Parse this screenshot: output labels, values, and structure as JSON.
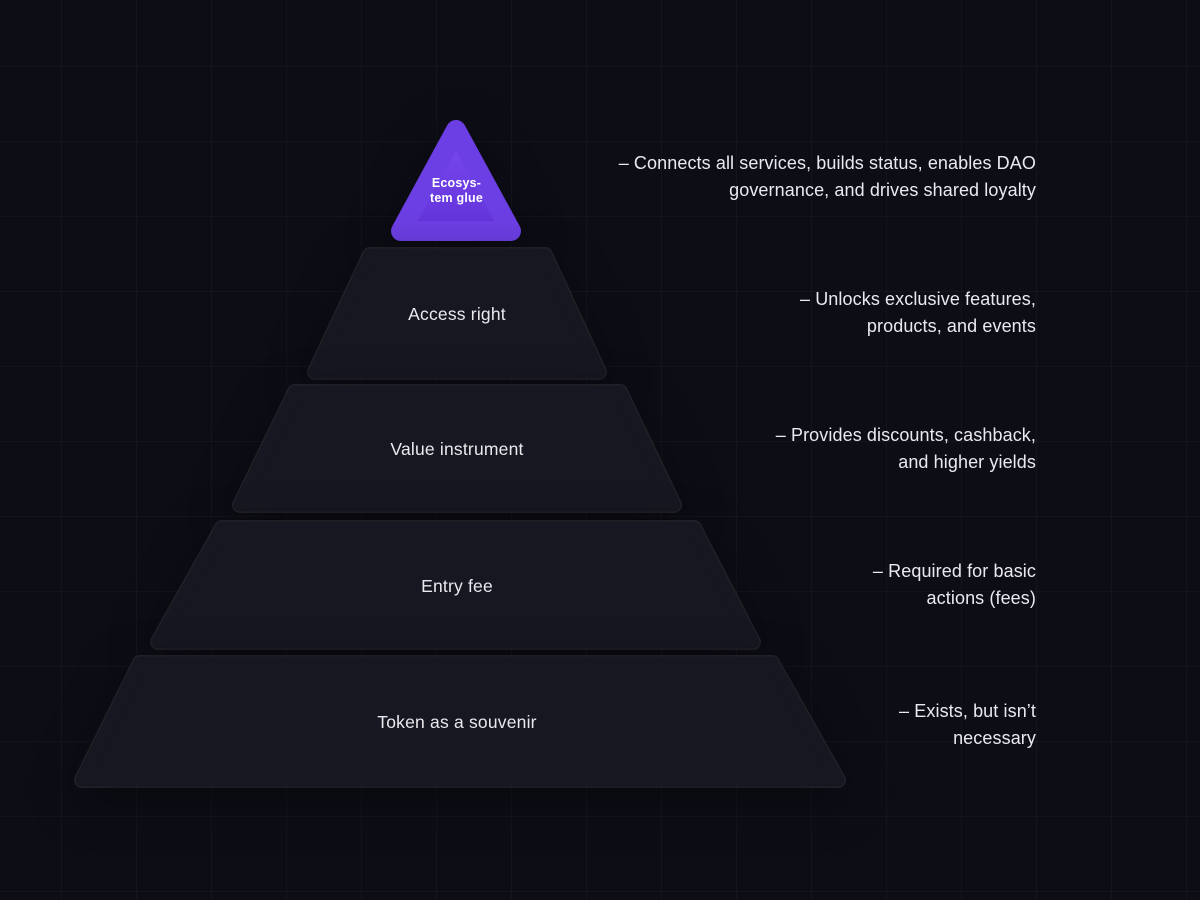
{
  "diagram": {
    "name": "token-utility-pyramid",
    "levels": [
      {
        "label": "Ecosystem glue",
        "label_lines": [
          "Ecosys-",
          "tem glue"
        ],
        "desc": [
          "– Connects all services, builds status, enables DAO",
          "governance, and drives shared loyalty"
        ]
      },
      {
        "label": "Access right",
        "desc": [
          "– Unlocks exclusive features,",
          "products, and events"
        ]
      },
      {
        "label": "Value instrument",
        "desc": [
          "– Provides discounts, cashback,",
          "and higher yields"
        ]
      },
      {
        "label": "Entry fee",
        "desc": [
          "– Required for basic",
          "actions (fees)"
        ]
      },
      {
        "label": "Token as a souvenir",
        "desc": [
          "– Exists, but isn’t",
          "necessary"
        ]
      }
    ],
    "colors": {
      "background": "#0d0d16",
      "level_fill": "#171721",
      "accent": "#6c3fe4",
      "text": "#e9e9ee"
    }
  }
}
